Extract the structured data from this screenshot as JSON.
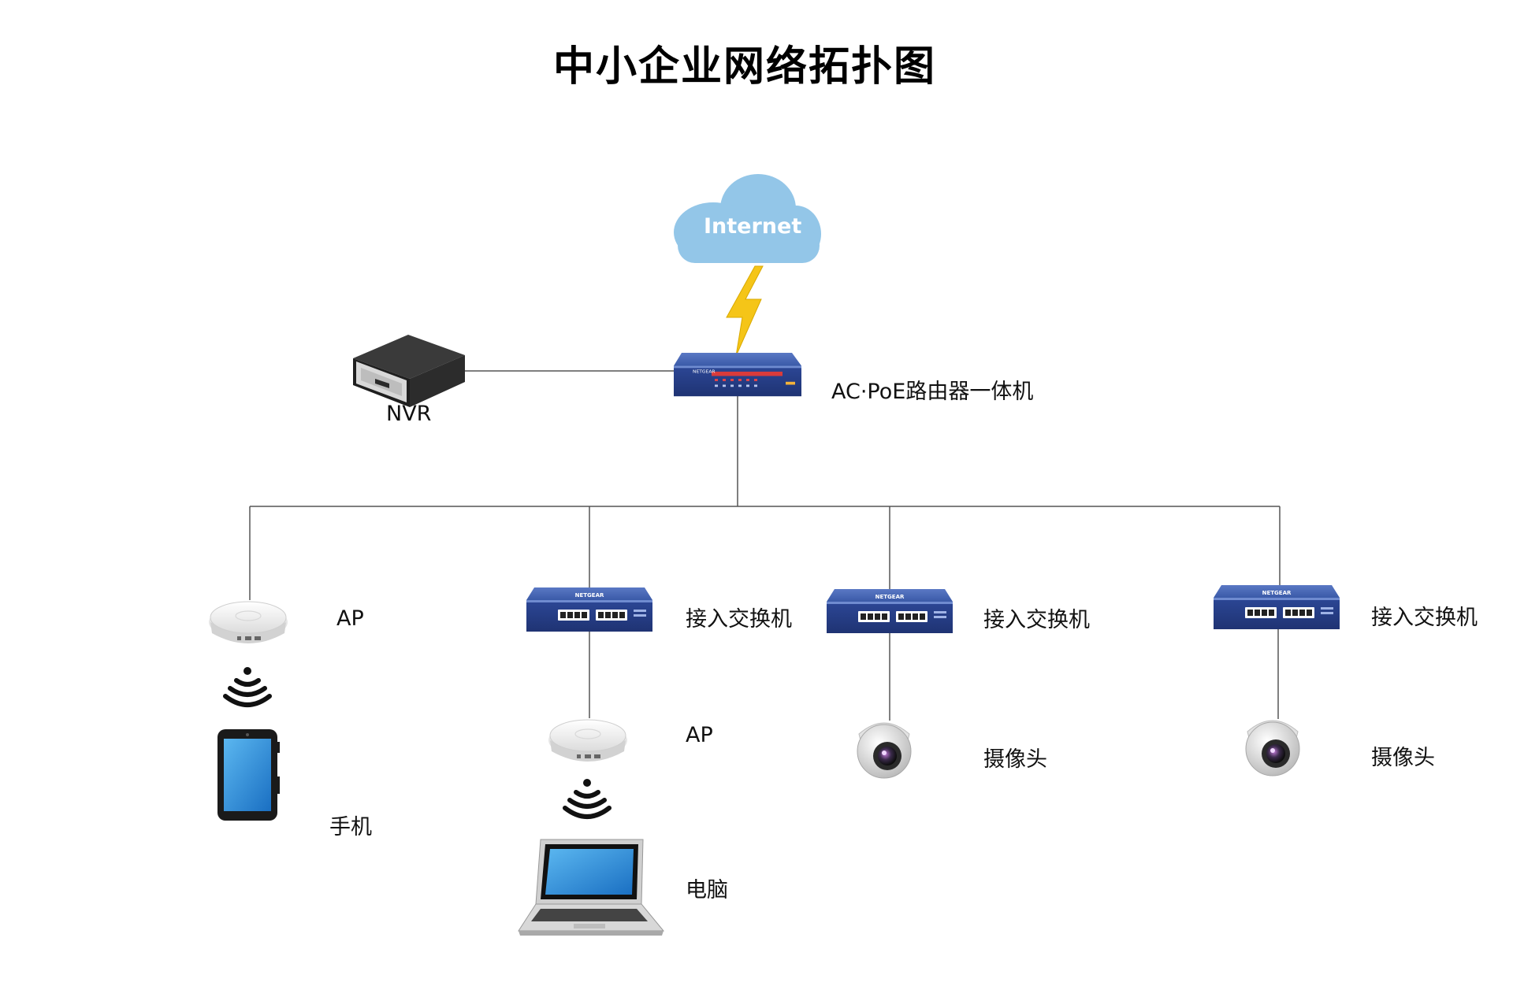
{
  "title": "中小企业网络拓扑图",
  "internet_label": "Internet",
  "router": {
    "label": "AC·PoE路由器一体机",
    "brand": "NETGEAR"
  },
  "nvr": {
    "label": "NVR"
  },
  "branches": [
    {
      "type": "ap",
      "label": "AP",
      "downstream": {
        "type": "phone",
        "label": "手机"
      }
    },
    {
      "type": "switch",
      "label": "接入交换机",
      "downstream": {
        "type": "ap",
        "label": "AP",
        "device": {
          "type": "laptop",
          "label": "电脑"
        }
      }
    },
    {
      "type": "switch",
      "label": "接入交换机",
      "downstream": {
        "type": "camera",
        "label": "摄像头"
      }
    },
    {
      "type": "switch",
      "label": "接入交换机",
      "downstream": {
        "type": "camera",
        "label": "摄像头"
      }
    }
  ],
  "colors": {
    "cloud": "#93c6e8",
    "lightning": "#f5c518",
    "switch_body": "#2e4a93",
    "line": "#555555",
    "wifi": "#111111"
  }
}
